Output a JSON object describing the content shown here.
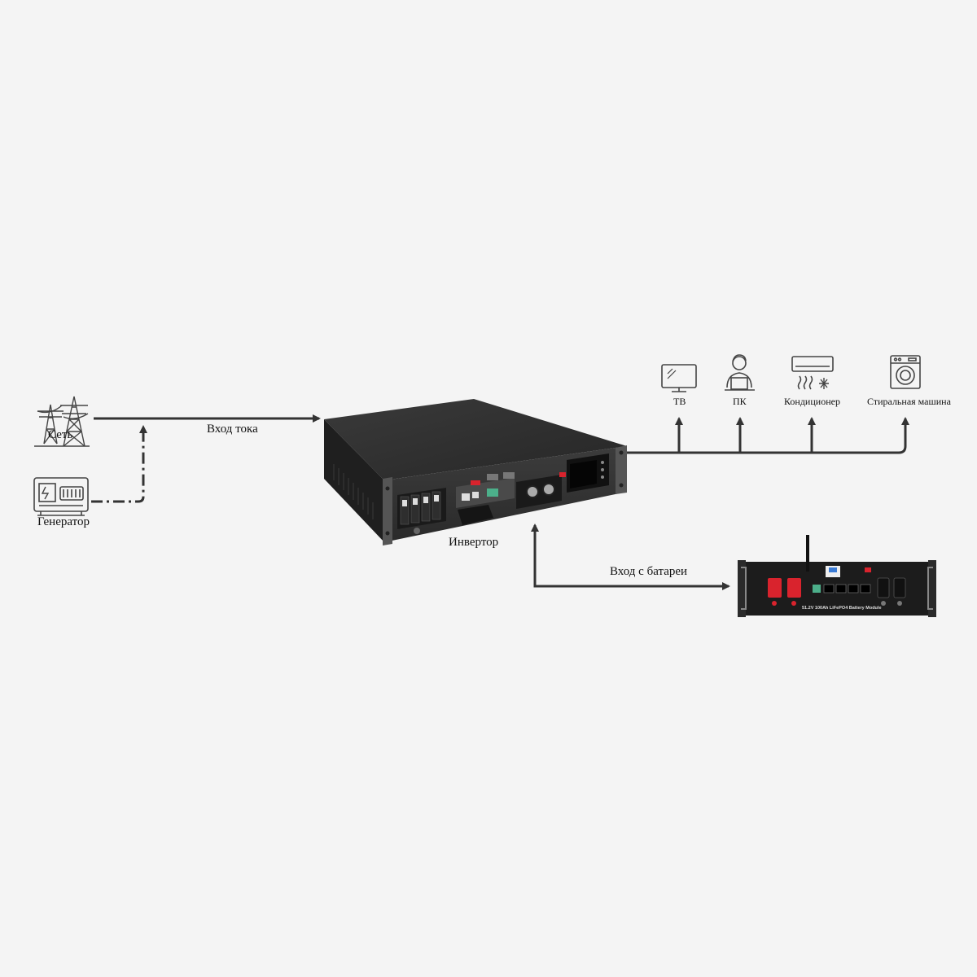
{
  "sources": {
    "grid_label": "Сеть",
    "generator_label": "Генератор"
  },
  "flows": {
    "current_input_label": "Вход тока",
    "battery_input_label": "Вход с батареи"
  },
  "inverter": {
    "label": "Инвертор"
  },
  "loads": [
    {
      "label": "ТВ",
      "icon": "tv-icon"
    },
    {
      "label": "ПК",
      "icon": "person-computer-icon"
    },
    {
      "label": "Кондиционер",
      "icon": "air-conditioner-icon"
    },
    {
      "label": "Стиральная машина",
      "icon": "washing-machine-icon"
    }
  ],
  "battery": {
    "module_text": "51.2V 100Ah LiFePO4 Battery Module"
  },
  "colors": {
    "background": "#f4f4f4",
    "line": "#333333",
    "device_body": "#2b2b2b",
    "terminal_red": "#d9232d"
  }
}
